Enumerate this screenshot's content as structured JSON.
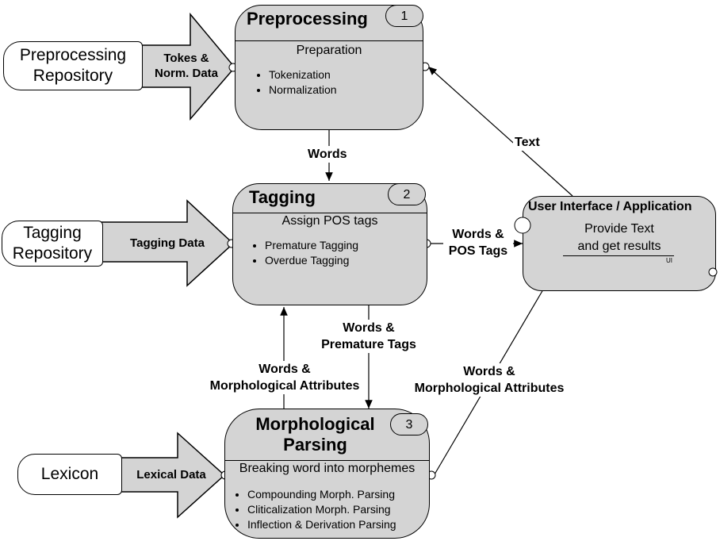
{
  "processes": [
    {
      "number": "1",
      "title": "Preprocessing",
      "subtitle": "Preparation",
      "items": [
        "Tokenization",
        "Normalization"
      ]
    },
    {
      "number": "2",
      "title": "Tagging",
      "subtitle": "Assign POS tags",
      "items": [
        "Premature Tagging",
        "Overdue Tagging"
      ]
    },
    {
      "number": "3",
      "title_line1": "Morphological",
      "title_line2": "Parsing",
      "subtitle": "Breaking word into morphemes",
      "items": [
        "Compounding Morph. Parsing",
        "Cliticalization Morph. Parsing",
        "Inflection & Derivation Parsing"
      ]
    }
  ],
  "repositories": [
    {
      "line1": "Preprocessing",
      "line2": "Repository",
      "arrow_line1": "Tokes &",
      "arrow_line2": "Norm. Data"
    },
    {
      "line1": "Tagging",
      "line2": "Repository",
      "arrow_line1": "Tagging Data",
      "arrow_line2": ""
    },
    {
      "line1": "Lexicon",
      "line2": "",
      "arrow_line1": "Lexical Data",
      "arrow_line2": ""
    }
  ],
  "ui": {
    "title": "User Interface / Application",
    "line1": "Provide Text",
    "line2": "and get results",
    "tag": "UI"
  },
  "flows": {
    "words": "Words",
    "text": "Text",
    "words_pos_1": "Words &",
    "words_pos_2": "POS Tags",
    "premature_1": "Words &",
    "premature_2": "Premature Tags",
    "morph_left_1": "Words &",
    "morph_left_2": "Morphological Attributes",
    "morph_right_1": "Words &",
    "morph_right_2": "Morphological Attributes"
  },
  "colors": {
    "fill": "#d4d4d4",
    "stroke": "#000000",
    "background": "#ffffff"
  }
}
